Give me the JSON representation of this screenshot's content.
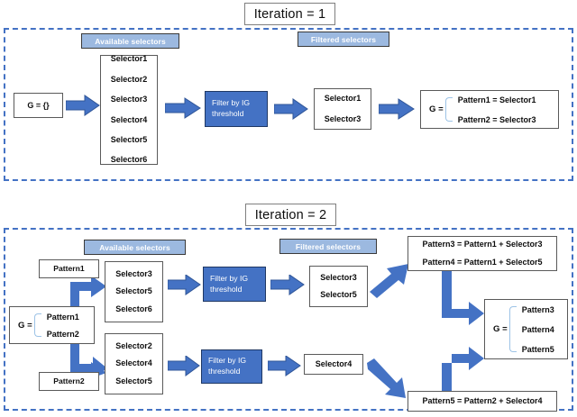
{
  "iteration1": {
    "title": "Iteration = 1",
    "chips": {
      "available": "Available selectors",
      "filtered": "Filtered selectors"
    },
    "input_g": "G = {}",
    "available_selectors": [
      "Selector1",
      "Selector2",
      "Selector3",
      "Selector4",
      "Selector5",
      "Selector6"
    ],
    "filter_box": {
      "line1": "Filter by IG",
      "line2": "threshold"
    },
    "filtered_selectors": [
      "Selector1",
      "Selector3"
    ],
    "result_g": {
      "label": "G =",
      "items": [
        "Pattern1 = Selector1",
        "Pattern2 = Selector3"
      ]
    }
  },
  "iteration2": {
    "title": "Iteration = 2",
    "chips": {
      "available": "Available selectors",
      "filtered": "Filtered selectors"
    },
    "pattern_top": "Pattern1",
    "pattern_bottom": "Pattern2",
    "input_g": {
      "label": "G =",
      "items": [
        "Pattern1",
        "Pattern2"
      ]
    },
    "available_top": [
      "Selector3",
      "Selector5",
      "Selector6"
    ],
    "available_bottom": [
      "Selector2",
      "Selector4",
      "Selector5"
    ],
    "filter_top": {
      "line1": "Filter by IG",
      "line2": "threshold"
    },
    "filter_bottom": {
      "line1": "Filter by IG",
      "line2": "threshold"
    },
    "filtered_top": [
      "Selector3",
      "Selector5"
    ],
    "filtered_bottom": [
      "Selector4"
    ],
    "new_patterns_top": [
      "Pattern3 = Pattern1 + Selector3",
      "Pattern4 = Pattern1 + Selector5"
    ],
    "new_patterns_bottom": [
      "Pattern5 = Pattern2 + Selector4"
    ],
    "result_g": {
      "label": "G =",
      "items": [
        "Pattern3",
        "Pattern4",
        "Pattern5"
      ]
    }
  },
  "colors": {
    "accent_blue": "#4472c4",
    "chip_blue": "#9cb9e0",
    "brace_blue": "#9dc3e6",
    "panel_dash": "#4472c4",
    "box_border": "#5a5a5a"
  }
}
